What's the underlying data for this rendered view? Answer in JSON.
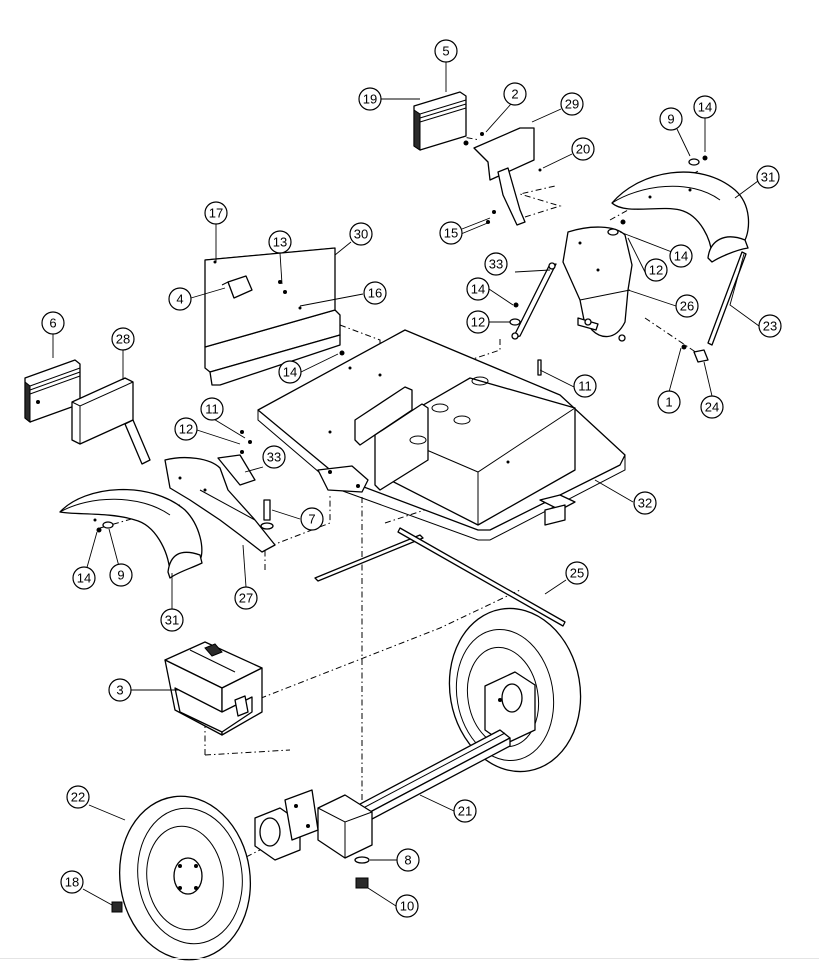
{
  "balloons": [
    {
      "id": "b5",
      "label": "5"
    },
    {
      "id": "b19",
      "label": "19"
    },
    {
      "id": "b2",
      "label": "2"
    },
    {
      "id": "b29",
      "label": "29"
    },
    {
      "id": "b20",
      "label": "20"
    },
    {
      "id": "b9a",
      "label": "9"
    },
    {
      "id": "b14a",
      "label": "14"
    },
    {
      "id": "b31a",
      "label": "31"
    },
    {
      "id": "b17",
      "label": "17"
    },
    {
      "id": "b13",
      "label": "13"
    },
    {
      "id": "b30",
      "label": "30"
    },
    {
      "id": "b15",
      "label": "15"
    },
    {
      "id": "b14b",
      "label": "14"
    },
    {
      "id": "b12a",
      "label": "12"
    },
    {
      "id": "b33a",
      "label": "33"
    },
    {
      "id": "b4",
      "label": "4"
    },
    {
      "id": "b16",
      "label": "16"
    },
    {
      "id": "b14c",
      "label": "14"
    },
    {
      "id": "b26",
      "label": "26"
    },
    {
      "id": "b23",
      "label": "23"
    },
    {
      "id": "b12b",
      "label": "12"
    },
    {
      "id": "b6",
      "label": "6"
    },
    {
      "id": "b28",
      "label": "28"
    },
    {
      "id": "b14d",
      "label": "14"
    },
    {
      "id": "b11a",
      "label": "11"
    },
    {
      "id": "b1",
      "label": "1"
    },
    {
      "id": "b24",
      "label": "24"
    },
    {
      "id": "b11b",
      "label": "11"
    },
    {
      "id": "b12c",
      "label": "12"
    },
    {
      "id": "b33b",
      "label": "33"
    },
    {
      "id": "b32",
      "label": "32"
    },
    {
      "id": "b7",
      "label": "7"
    },
    {
      "id": "b14e",
      "label": "14"
    },
    {
      "id": "b9b",
      "label": "9"
    },
    {
      "id": "b27",
      "label": "27"
    },
    {
      "id": "b31b",
      "label": "31"
    },
    {
      "id": "b25",
      "label": "25"
    },
    {
      "id": "b3",
      "label": "3"
    },
    {
      "id": "b22",
      "label": "22"
    },
    {
      "id": "b21",
      "label": "21"
    },
    {
      "id": "b8",
      "label": "8"
    },
    {
      "id": "b18",
      "label": "18"
    },
    {
      "id": "b10",
      "label": "10"
    }
  ]
}
